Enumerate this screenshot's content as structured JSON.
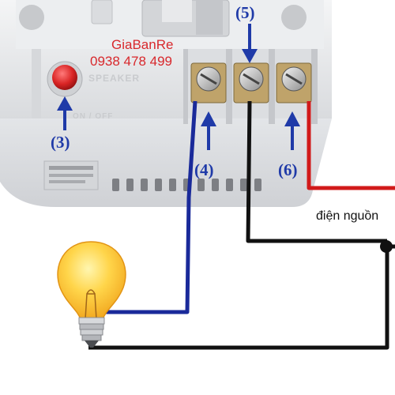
{
  "watermark": {
    "brand": "GiaBanRe",
    "phone": "0938 478 499"
  },
  "device": {
    "speaker_label": "SPEAKER",
    "switch_label": "ON / OFF"
  },
  "markers": {
    "m3": "(3)",
    "m4": "(4)",
    "m5": "(5)",
    "m6": "(6)"
  },
  "power_label": "điện nguồn",
  "colors": {
    "device_body": "#e9eaec",
    "terminal_brass": "#bfa36a",
    "wire_blue": "#1a2a9a",
    "wire_black": "#111111",
    "wire_red": "#d11a1a",
    "marker_blue": "#1f3aa8",
    "watermark_red": "#d8282c",
    "button_red": "#d92424"
  },
  "icons": {
    "bulb": "light-bulb-icon",
    "button": "speaker-button-icon"
  }
}
